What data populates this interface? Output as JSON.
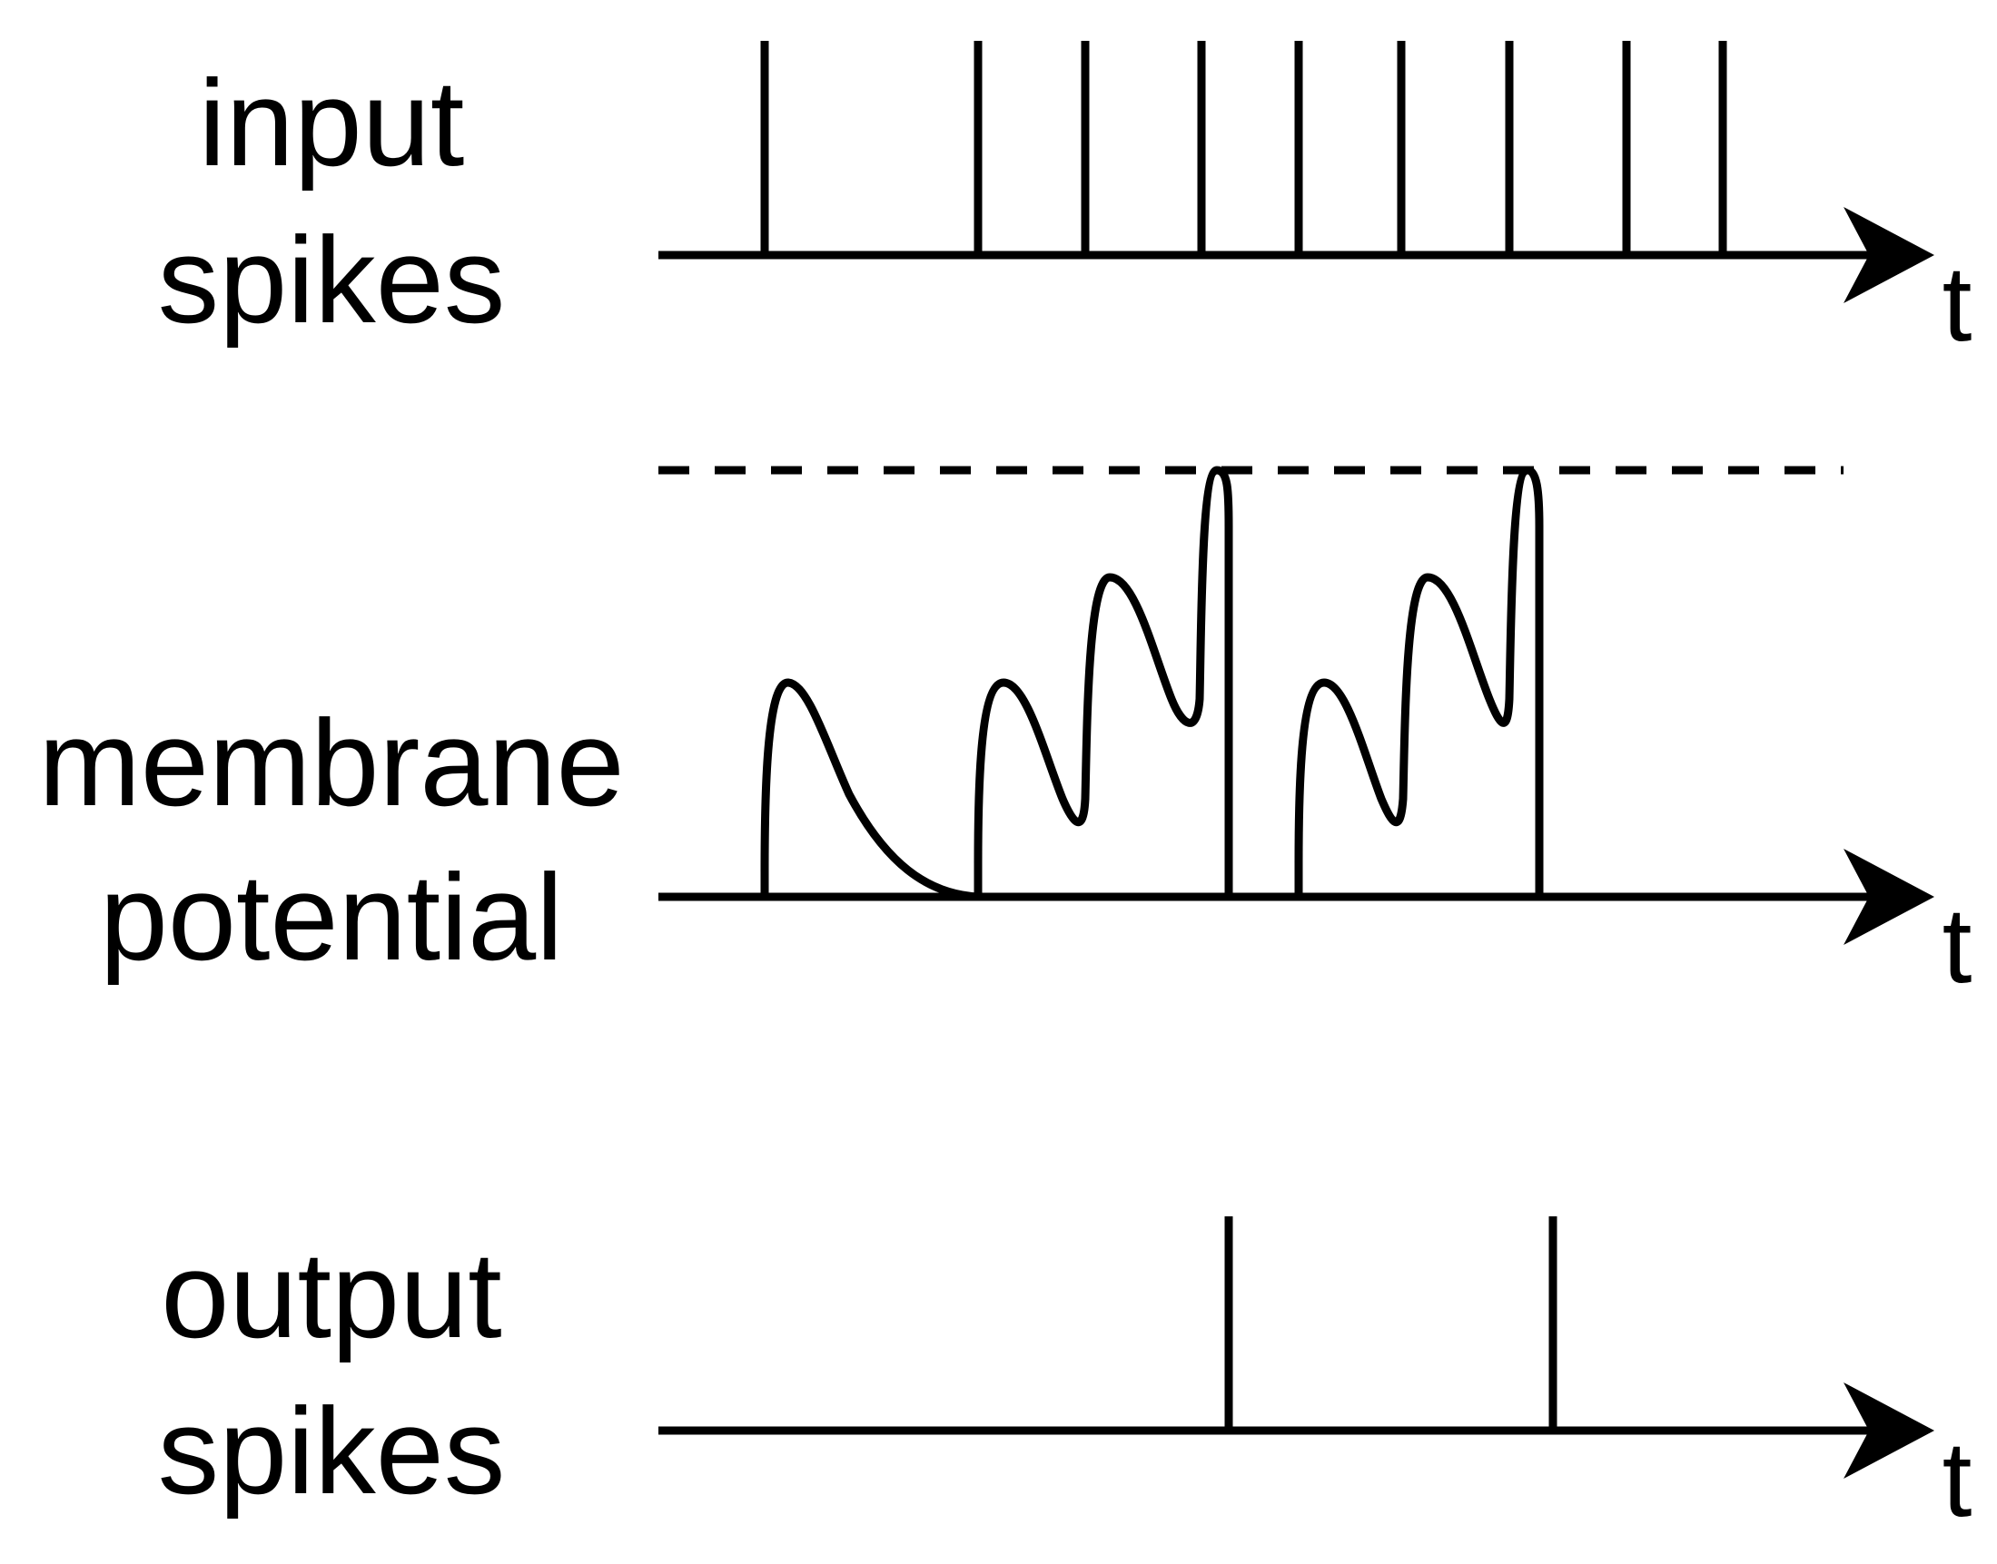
{
  "panels": [
    {
      "id": "input",
      "label_lines": [
        "input",
        "spikes"
      ],
      "axis_label": "t",
      "spikes": 9
    },
    {
      "id": "membrane",
      "label_lines": [
        "membrane",
        "potential"
      ],
      "axis_label": "t",
      "threshold": "dashed"
    },
    {
      "id": "output",
      "label_lines": [
        "output",
        "spikes"
      ],
      "axis_label": "t",
      "spikes": 2
    }
  ],
  "colors": {
    "ink": "#000000",
    "background": "#ffffff"
  }
}
